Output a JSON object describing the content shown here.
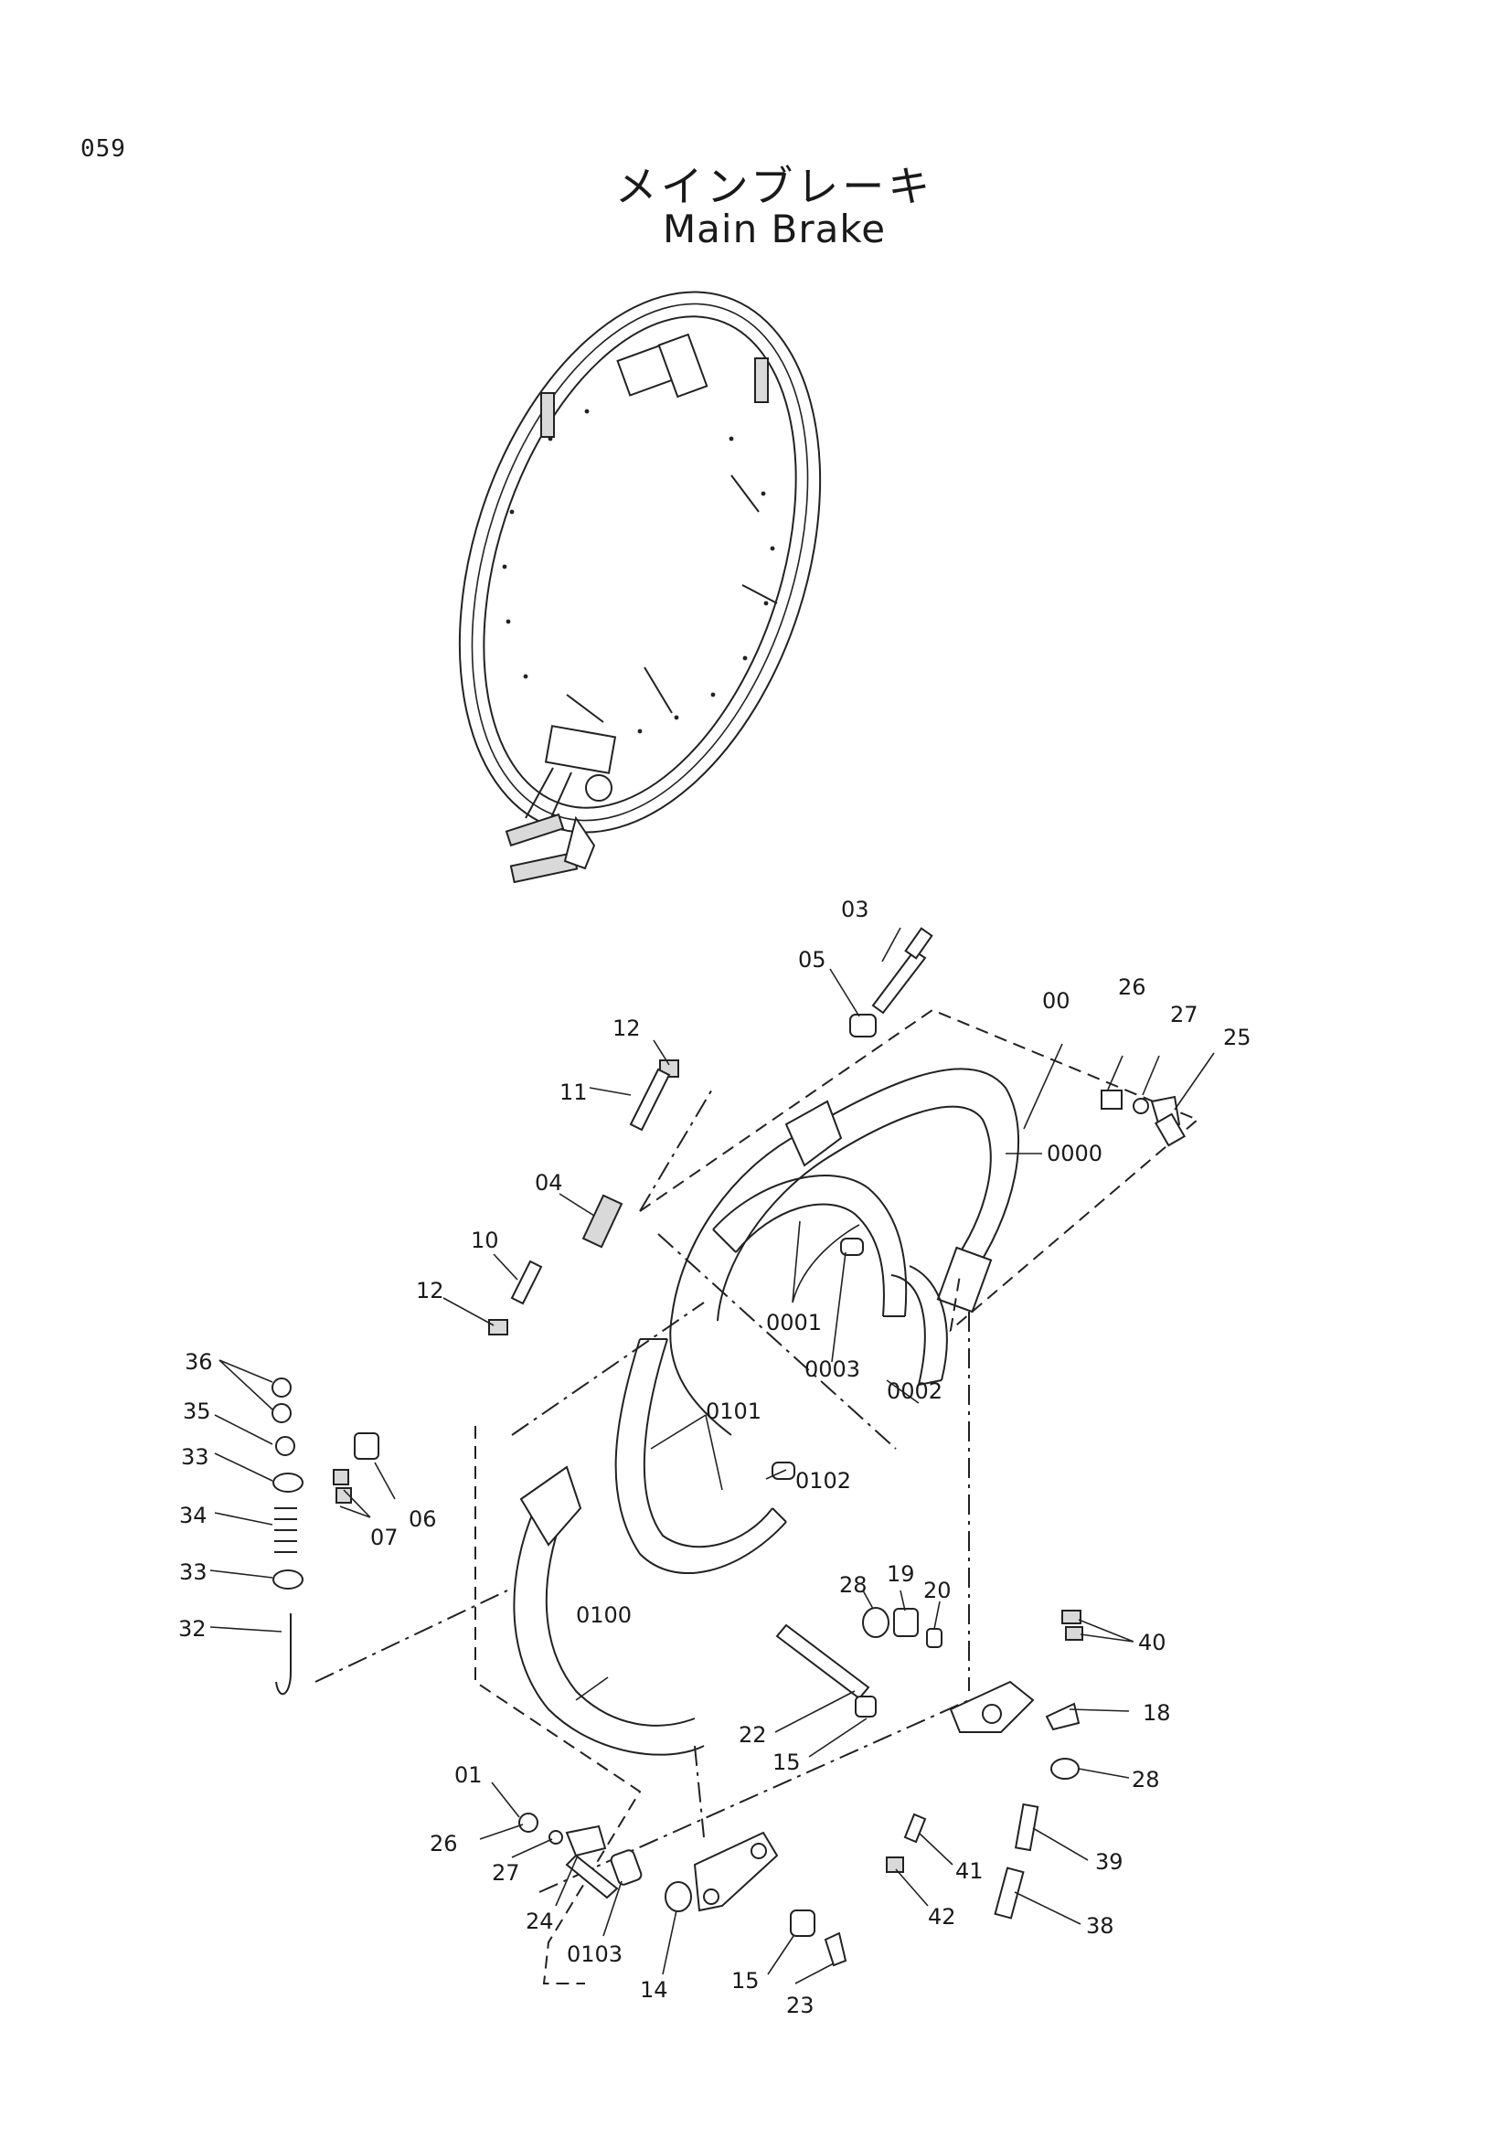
{
  "header": {
    "page_number": "059",
    "title_ja": "メインブレーキ",
    "title_en": "Main Brake"
  },
  "callouts": [
    "03",
    "05",
    "00",
    "26",
    "27",
    "25",
    "12",
    "11",
    "0000",
    "04",
    "10",
    "12",
    "0001",
    "0003",
    "0002",
    "36",
    "35",
    "0101",
    "33",
    "06",
    "0102",
    "34",
    "07",
    "33",
    "28",
    "19",
    "20",
    "0100",
    "32",
    "40",
    "18",
    "22",
    "15",
    "01",
    "28",
    "26",
    "27",
    "41",
    "39",
    "24",
    "42",
    "38",
    "0103",
    "14",
    "15",
    "23"
  ]
}
